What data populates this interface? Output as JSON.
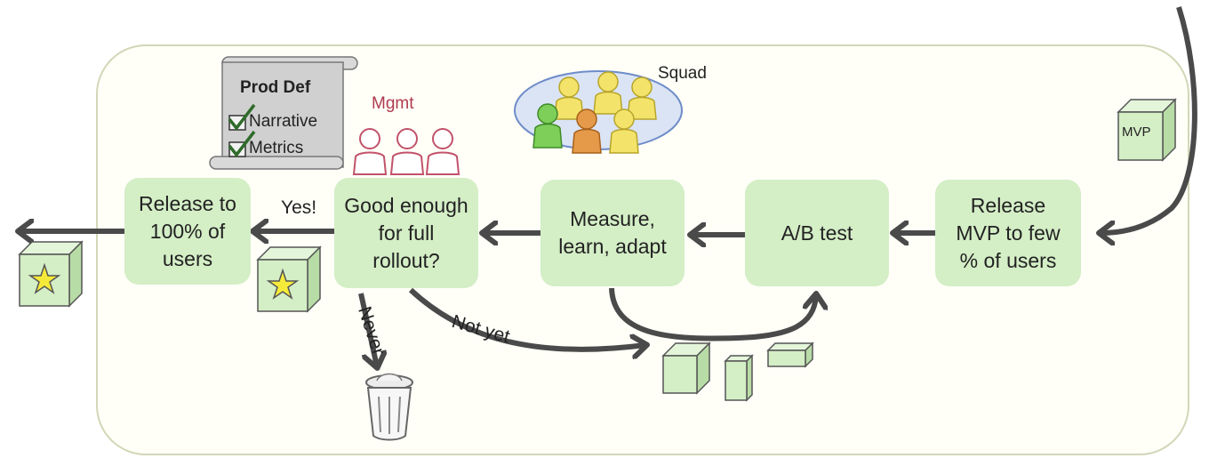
{
  "steps": {
    "release_mvp": "Release MVP to few % of users",
    "ab_test": "A/B test",
    "measure": "Measure, learn, adapt",
    "decision": "Good enough for full rollout?",
    "release_all": "Release to 100% of users"
  },
  "labels": {
    "mvp": "MVP",
    "squad": "Squad",
    "mgmt": "Mgmt",
    "yes": "Yes!",
    "not_yet": "Not yet",
    "never": "Never"
  },
  "prod_def": {
    "title": "Prod Def",
    "items": [
      "Narrative",
      "Metrics"
    ]
  },
  "colors": {
    "box_fill": "#d4eec6",
    "arrow": "#4a4a4a",
    "mgmt": "#b03a4e",
    "squad_oval": "#dbe4f5"
  }
}
